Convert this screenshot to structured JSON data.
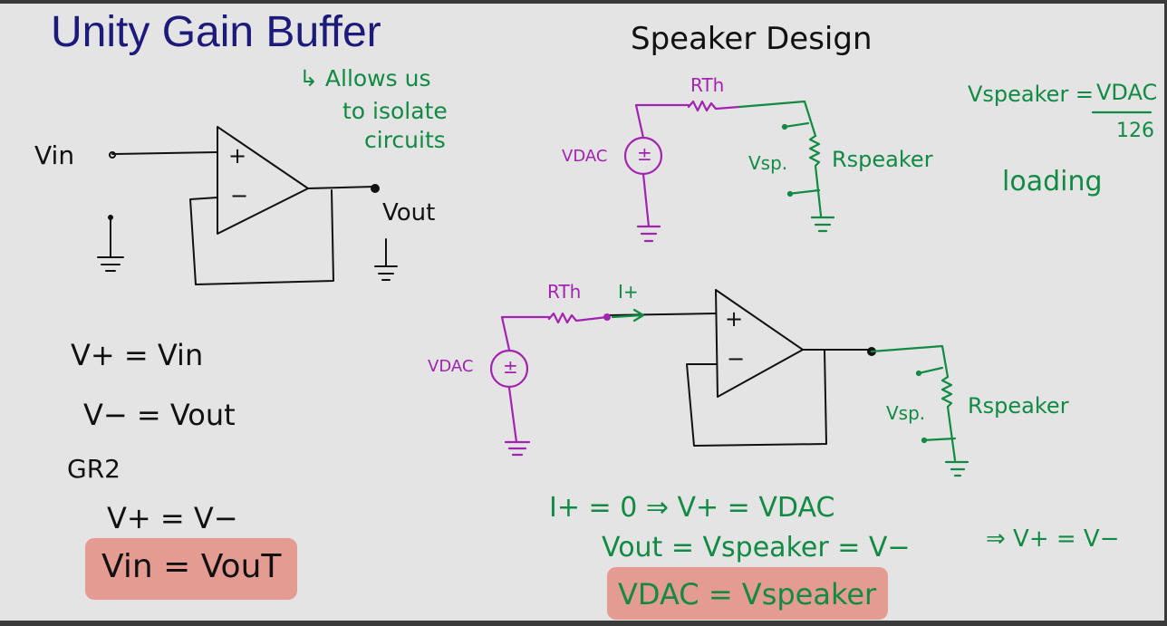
{
  "title": "Unity Gain Buffer",
  "note": {
    "line1": "↳ Allows us",
    "line2": "to isolate",
    "line3": "circuits"
  },
  "left_circuit": {
    "vin": "Vin",
    "vout": "Vout",
    "plus": "+",
    "minus": "−"
  },
  "equations_left": {
    "eq1": "V+  =  Vin",
    "eq2": "V−  =  Vout",
    "rule": "GR2",
    "eq3": "V+ = V−",
    "result": "Vin = VouT"
  },
  "speaker": {
    "title": "Speaker Design",
    "rth": "RTh",
    "vdac": "VDAC",
    "vsp": "Vsp.",
    "rspeaker": "Rspeaker",
    "formula_left": "Vspeaker =",
    "formula_num": "VDAC",
    "formula_den": "126",
    "loading": "loading"
  },
  "buffer_circuit": {
    "rth": "RTh",
    "iplus": "I+",
    "vdac": "VDAC",
    "vsp": "Vsp.",
    "rspeaker": "Rspeaker",
    "plus": "+",
    "minus": "−"
  },
  "equations_bottom": {
    "line1": "I+ = 0   ⇒  V+  =  VDAC",
    "line2": "Vout  =  Vspeaker  =  V−",
    "line2b": "⇒  V+ = V−",
    "result": "VDAC  =  Vspeaker"
  },
  "colors": {
    "title": "#1c1a7a",
    "ink": "#111111",
    "green": "#118a43",
    "purple": "#a322b0",
    "highlight": "#e39b92",
    "background": "#e4e4e4"
  }
}
